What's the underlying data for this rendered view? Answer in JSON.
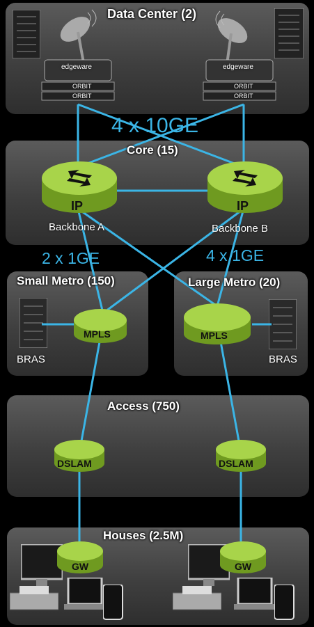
{
  "data_center": {
    "title": "Data Center (2)",
    "device_brand": "edgeware",
    "device_model": "ORBIT"
  },
  "core": {
    "title": "Core (15)",
    "router_label": "IP",
    "left_name": "Backbone A",
    "right_name": "Backbone B"
  },
  "small_metro": {
    "title": "Small Metro (150)",
    "router_label": "MPLS",
    "server_label": "BRAS"
  },
  "large_metro": {
    "title": "Large Metro (20)",
    "router_label": "MPLS",
    "server_label": "BRAS"
  },
  "access": {
    "title": "Access (750)",
    "router_label": "DSLAM"
  },
  "houses": {
    "title": "Houses (2.5M)",
    "router_label": "GW"
  },
  "links": {
    "dc_core": "4 x 10GE",
    "small_metro": "2 x 1GE",
    "large_metro": "4 x 1GE"
  },
  "colors": {
    "link": "#3bb5e6",
    "router": "#9ccc3c",
    "panel": "#4a4a4a"
  }
}
